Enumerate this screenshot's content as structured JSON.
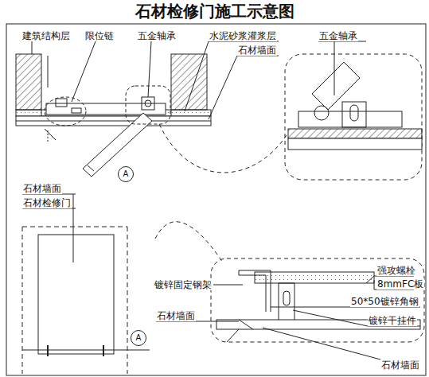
{
  "diagram": {
    "title": "石材检修门施工示意图",
    "nodes": [
      {
        "text": [
          "A"
        ]
      },
      {
        "text": [
          "A"
        ]
      }
    ],
    "edges": [],
    "labels": [
      "建筑结构层",
      "限位链",
      "五金轴承",
      "水泥砂浆灌浆层",
      "石材墙面",
      "五金轴承",
      "石材墙面",
      "石材检修门",
      "镀锌固定钢架",
      "强攻螺栓",
      "8mmFC板",
      "50*50镀锌角钢",
      "镀锌干挂件",
      "石材墙面",
      "石材墙面"
    ]
  }
}
